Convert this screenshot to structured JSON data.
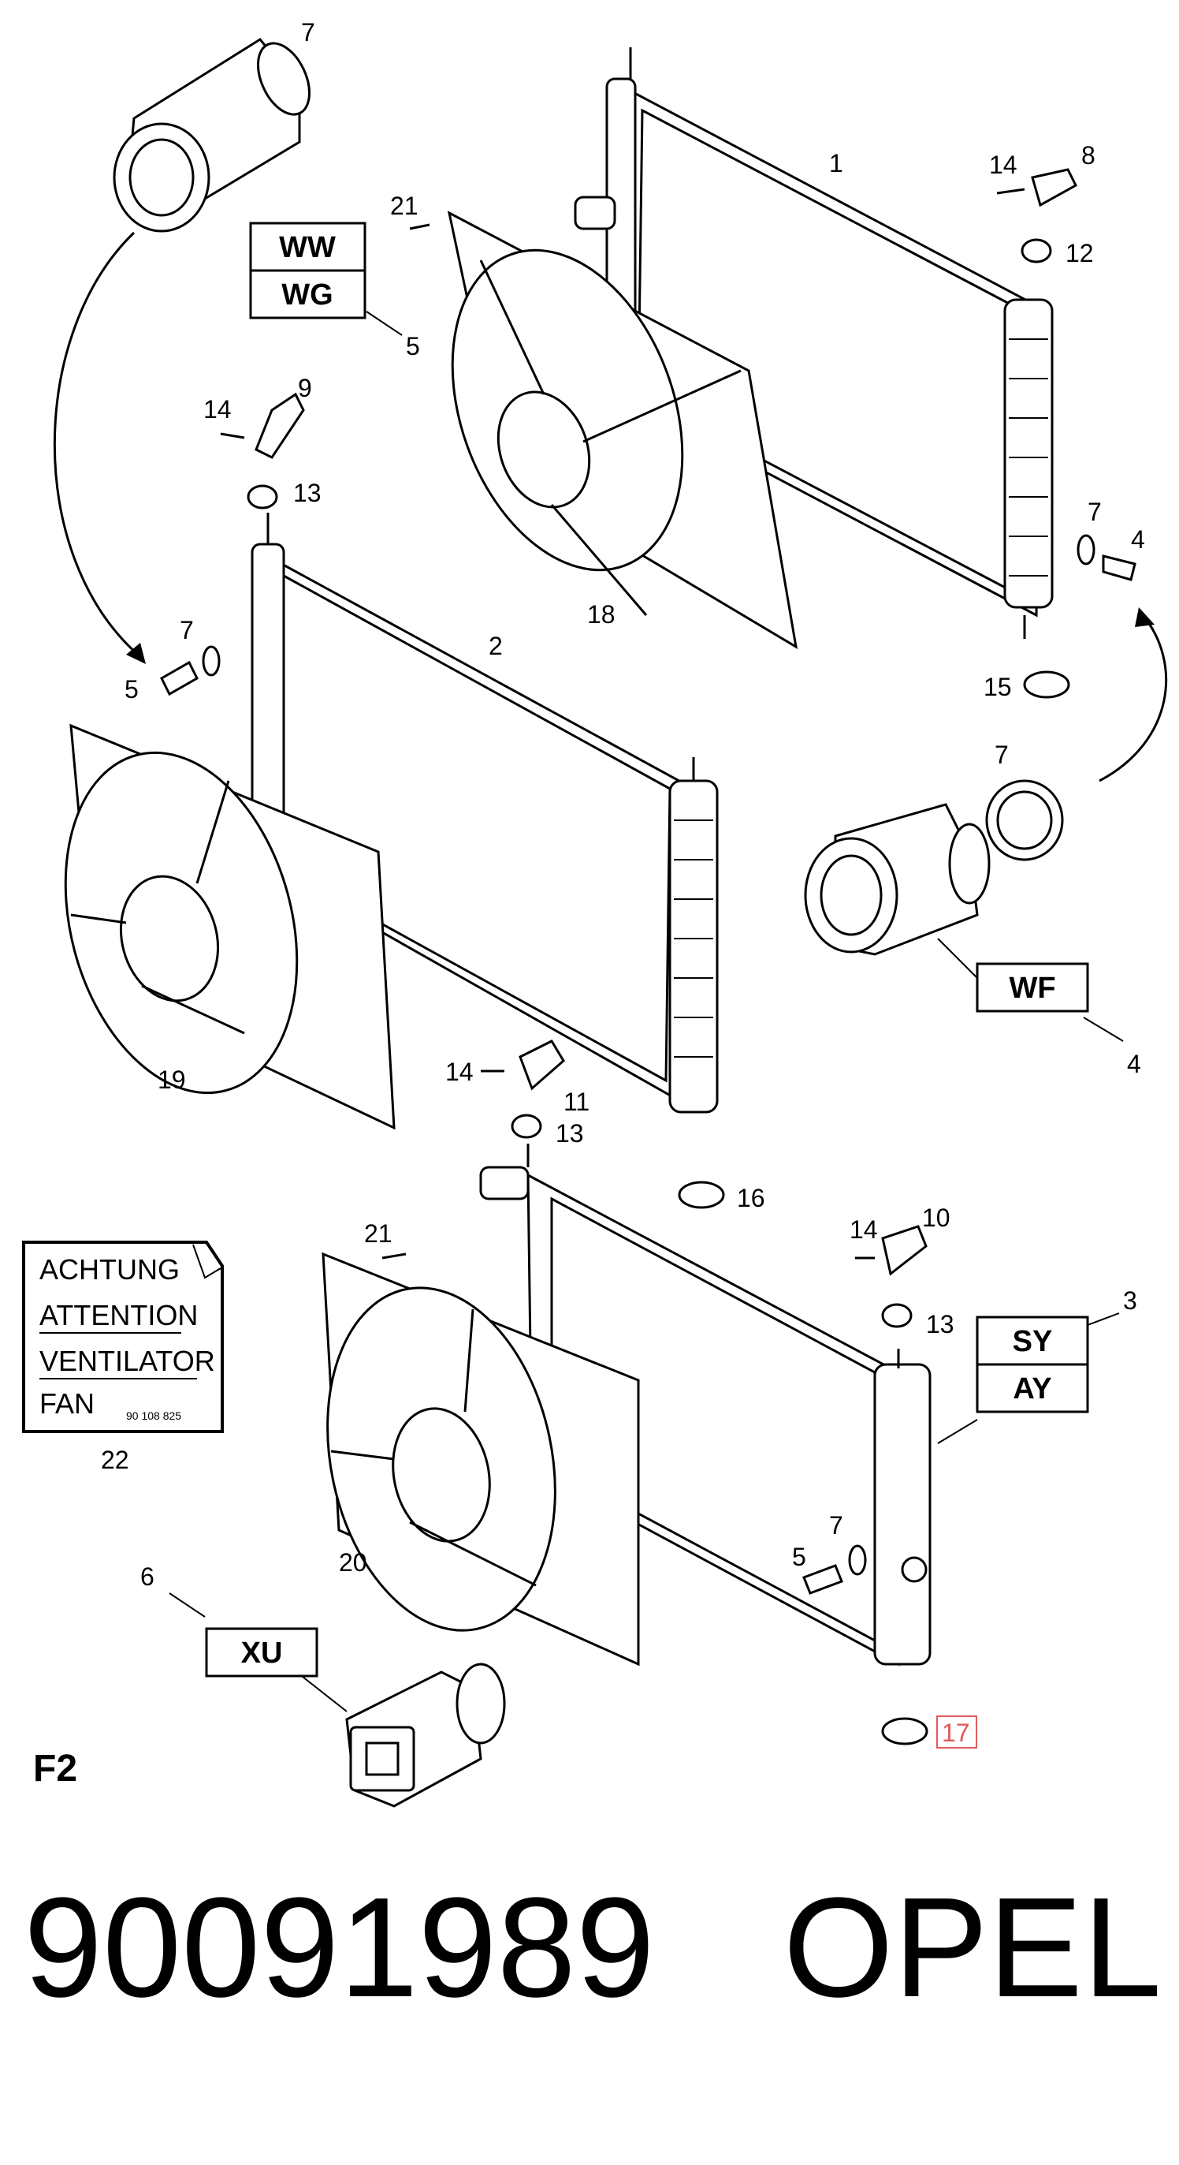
{
  "diagram": {
    "sheet_label": "F2",
    "callouts": {
      "c1": "1",
      "c2": "2",
      "c3": "3",
      "c4a": "4",
      "c4b": "4",
      "c5a": "5",
      "c5b": "5",
      "c5c": "5",
      "c6": "6",
      "c7a": "7",
      "c7b": "7",
      "c7c": "7",
      "c7d": "7",
      "c7e": "7",
      "c8": "8",
      "c9": "9",
      "c10": "10",
      "c11": "11",
      "c12": "12",
      "c13a": "13",
      "c13b": "13",
      "c13c": "13",
      "c14a": "14",
      "c14b": "14",
      "c14c": "14",
      "c14d": "14",
      "c15": "15",
      "c16": "16",
      "c17": "17",
      "c18": "18",
      "c19": "19",
      "c20": "20",
      "c21a": "21",
      "c21b": "21",
      "c22": "22"
    },
    "code_labels": {
      "ww": "WW",
      "wg": "WG",
      "wf": "WF",
      "sy": "SY",
      "ay": "AY",
      "xu": "XU"
    },
    "sticker": {
      "line1": "ACHTUNG",
      "line2": "ATTENTION",
      "line3": "VENTILATOR",
      "line4": "FAN",
      "code": "90 108 825"
    },
    "highlight_color": "#e05a5a"
  },
  "footer": {
    "part_number": "90091989",
    "brand": "OPEL"
  }
}
